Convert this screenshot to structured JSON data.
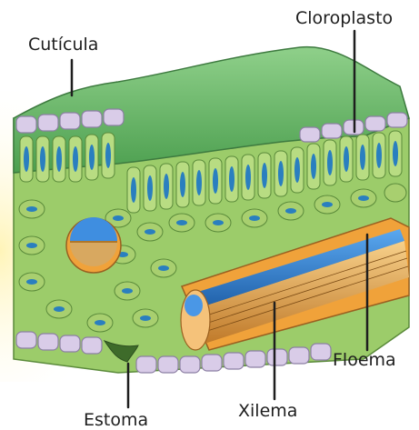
{
  "labels": {
    "cuticula": "Cutícula",
    "cloroplasto": "Cloroplasto",
    "floema": "Floema",
    "xilema": "Xilema",
    "estoma": "Estoma"
  },
  "colors": {
    "cuticle": "#5fb25f",
    "cuticle_light": "#8fd08a",
    "epidermis_cell": "#d9cce8",
    "epidermis_edge": "#8c7fa3",
    "mesophyll": "#a8cf6f",
    "chloroplast": "#2a7fbf",
    "vascular_bundle": "#f0a23a",
    "xylem": "#c98a3a",
    "phloem": "#3f8ee0",
    "glow": "#fff6c8"
  }
}
